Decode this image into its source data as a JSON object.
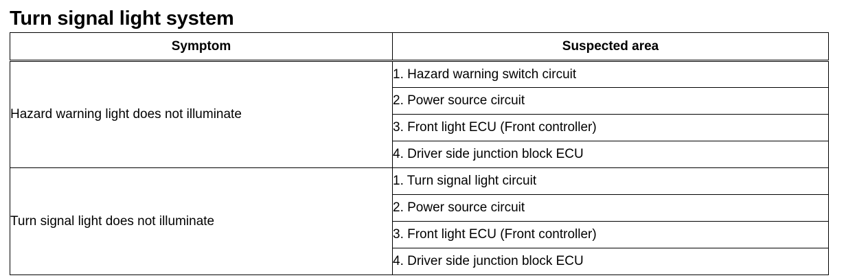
{
  "title": "Turn signal light system",
  "table": {
    "headers": {
      "symptom": "Symptom",
      "area": "Suspected area"
    },
    "groups": [
      {
        "symptom": "Hazard warning light does not illuminate",
        "areas": [
          "1. Hazard warning switch circuit",
          "2. Power source circuit",
          "3. Front light ECU (Front controller)",
          "4. Driver side junction block ECU"
        ]
      },
      {
        "symptom": "Turn signal light does not illuminate",
        "areas": [
          "1. Turn signal light circuit",
          "2. Power source circuit",
          "3. Front light ECU (Front controller)",
          "4. Driver side junction block ECU"
        ]
      }
    ]
  }
}
